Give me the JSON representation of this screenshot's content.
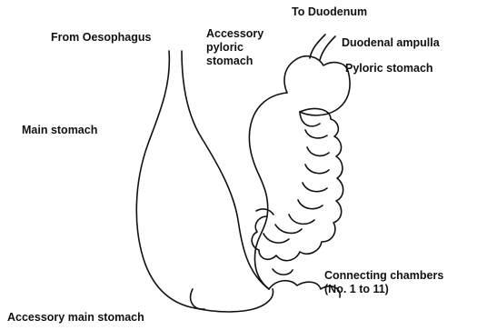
{
  "labels": {
    "to_duodenum": "To Duodenum",
    "from_oesophagus": "From Oesophagus",
    "accessory_pyloric_stomach": "Accessory\npyloric\nstomach",
    "duodenal_ampulla": "Duodenal ampulla",
    "pyloric_stomach": "Pyloric stomach",
    "main_stomach": "Main stomach",
    "connecting_chambers": "Connecting chambers\n(No. 1 to 11)",
    "accessory_main_stomach": "Accessory main stomach"
  },
  "colors": {
    "line": "#111111",
    "text": "#111111",
    "background": "#ffffff"
  }
}
